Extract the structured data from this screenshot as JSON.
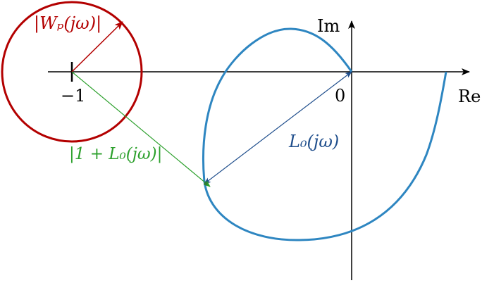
{
  "axes": {
    "real_label": "Re",
    "imag_label": "Im",
    "minus_one_label": "−1",
    "origin_label": "0"
  },
  "labels": {
    "weight_radius": "|Wₚ(jω)|",
    "one_plus_L0": "|1 + L₀(jω)|",
    "L0": "L₀(jω)"
  },
  "colors": {
    "axis": "#000000",
    "circle": "#b30000",
    "nyquist_curve": "#2e86c1",
    "L0_vector": "#1f4e8c",
    "one_plus_L0_vector": "#2ca02c",
    "weight_label": "#b30000",
    "L0_label": "#1f4e8c",
    "one_plus_L0_label": "#2ca02c"
  }
}
